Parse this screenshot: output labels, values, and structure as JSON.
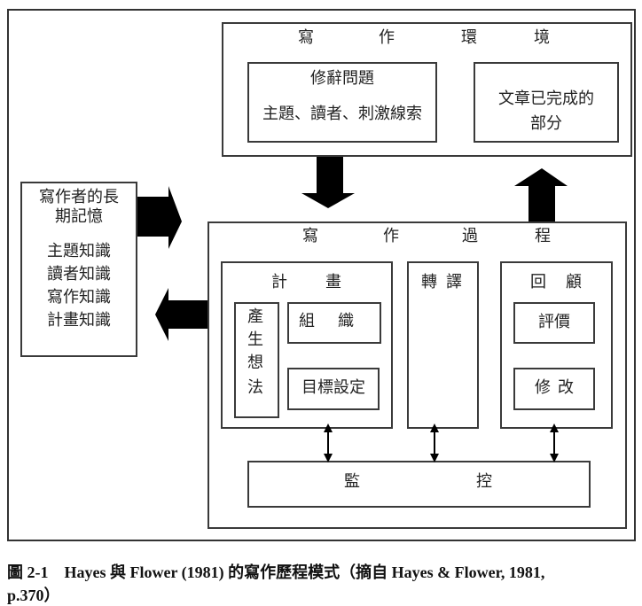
{
  "environment": {
    "title_chars": [
      "寫",
      "作",
      "環",
      "境"
    ],
    "rhetorical_problem": {
      "title": "修辭問題",
      "subtitle": "主題、讀者、刺激線索"
    },
    "text_produced": {
      "line1": "文章已完成的",
      "line2": "部分"
    }
  },
  "long_term_memory": {
    "title_line1": "寫作者的長",
    "title_line2": "期記憶",
    "items": [
      "主題知識",
      "讀者知識",
      "寫作知識",
      "計畫知識"
    ]
  },
  "process": {
    "title_chars": [
      "寫",
      "作",
      "過",
      "程"
    ],
    "planning": {
      "title_chars": [
        "計",
        "畫"
      ],
      "generating_chars": [
        "產",
        "生",
        "想",
        "法"
      ],
      "organizing_chars": [
        "組",
        "織"
      ],
      "goal_setting": "目標設定"
    },
    "translating": {
      "title_chars": [
        "轉",
        "譯"
      ]
    },
    "reviewing": {
      "title_chars": [
        "回",
        "顧"
      ],
      "evaluating": "評價",
      "revising_chars": [
        "修",
        "改"
      ]
    },
    "monitor_chars": [
      "監",
      "控"
    ]
  },
  "caption": {
    "line1": "圖 2-1　Hayes 與 Flower (1981) 的寫作歷程模式（摘自 Hayes & Flower, 1981,",
    "line2": "p.370）"
  }
}
